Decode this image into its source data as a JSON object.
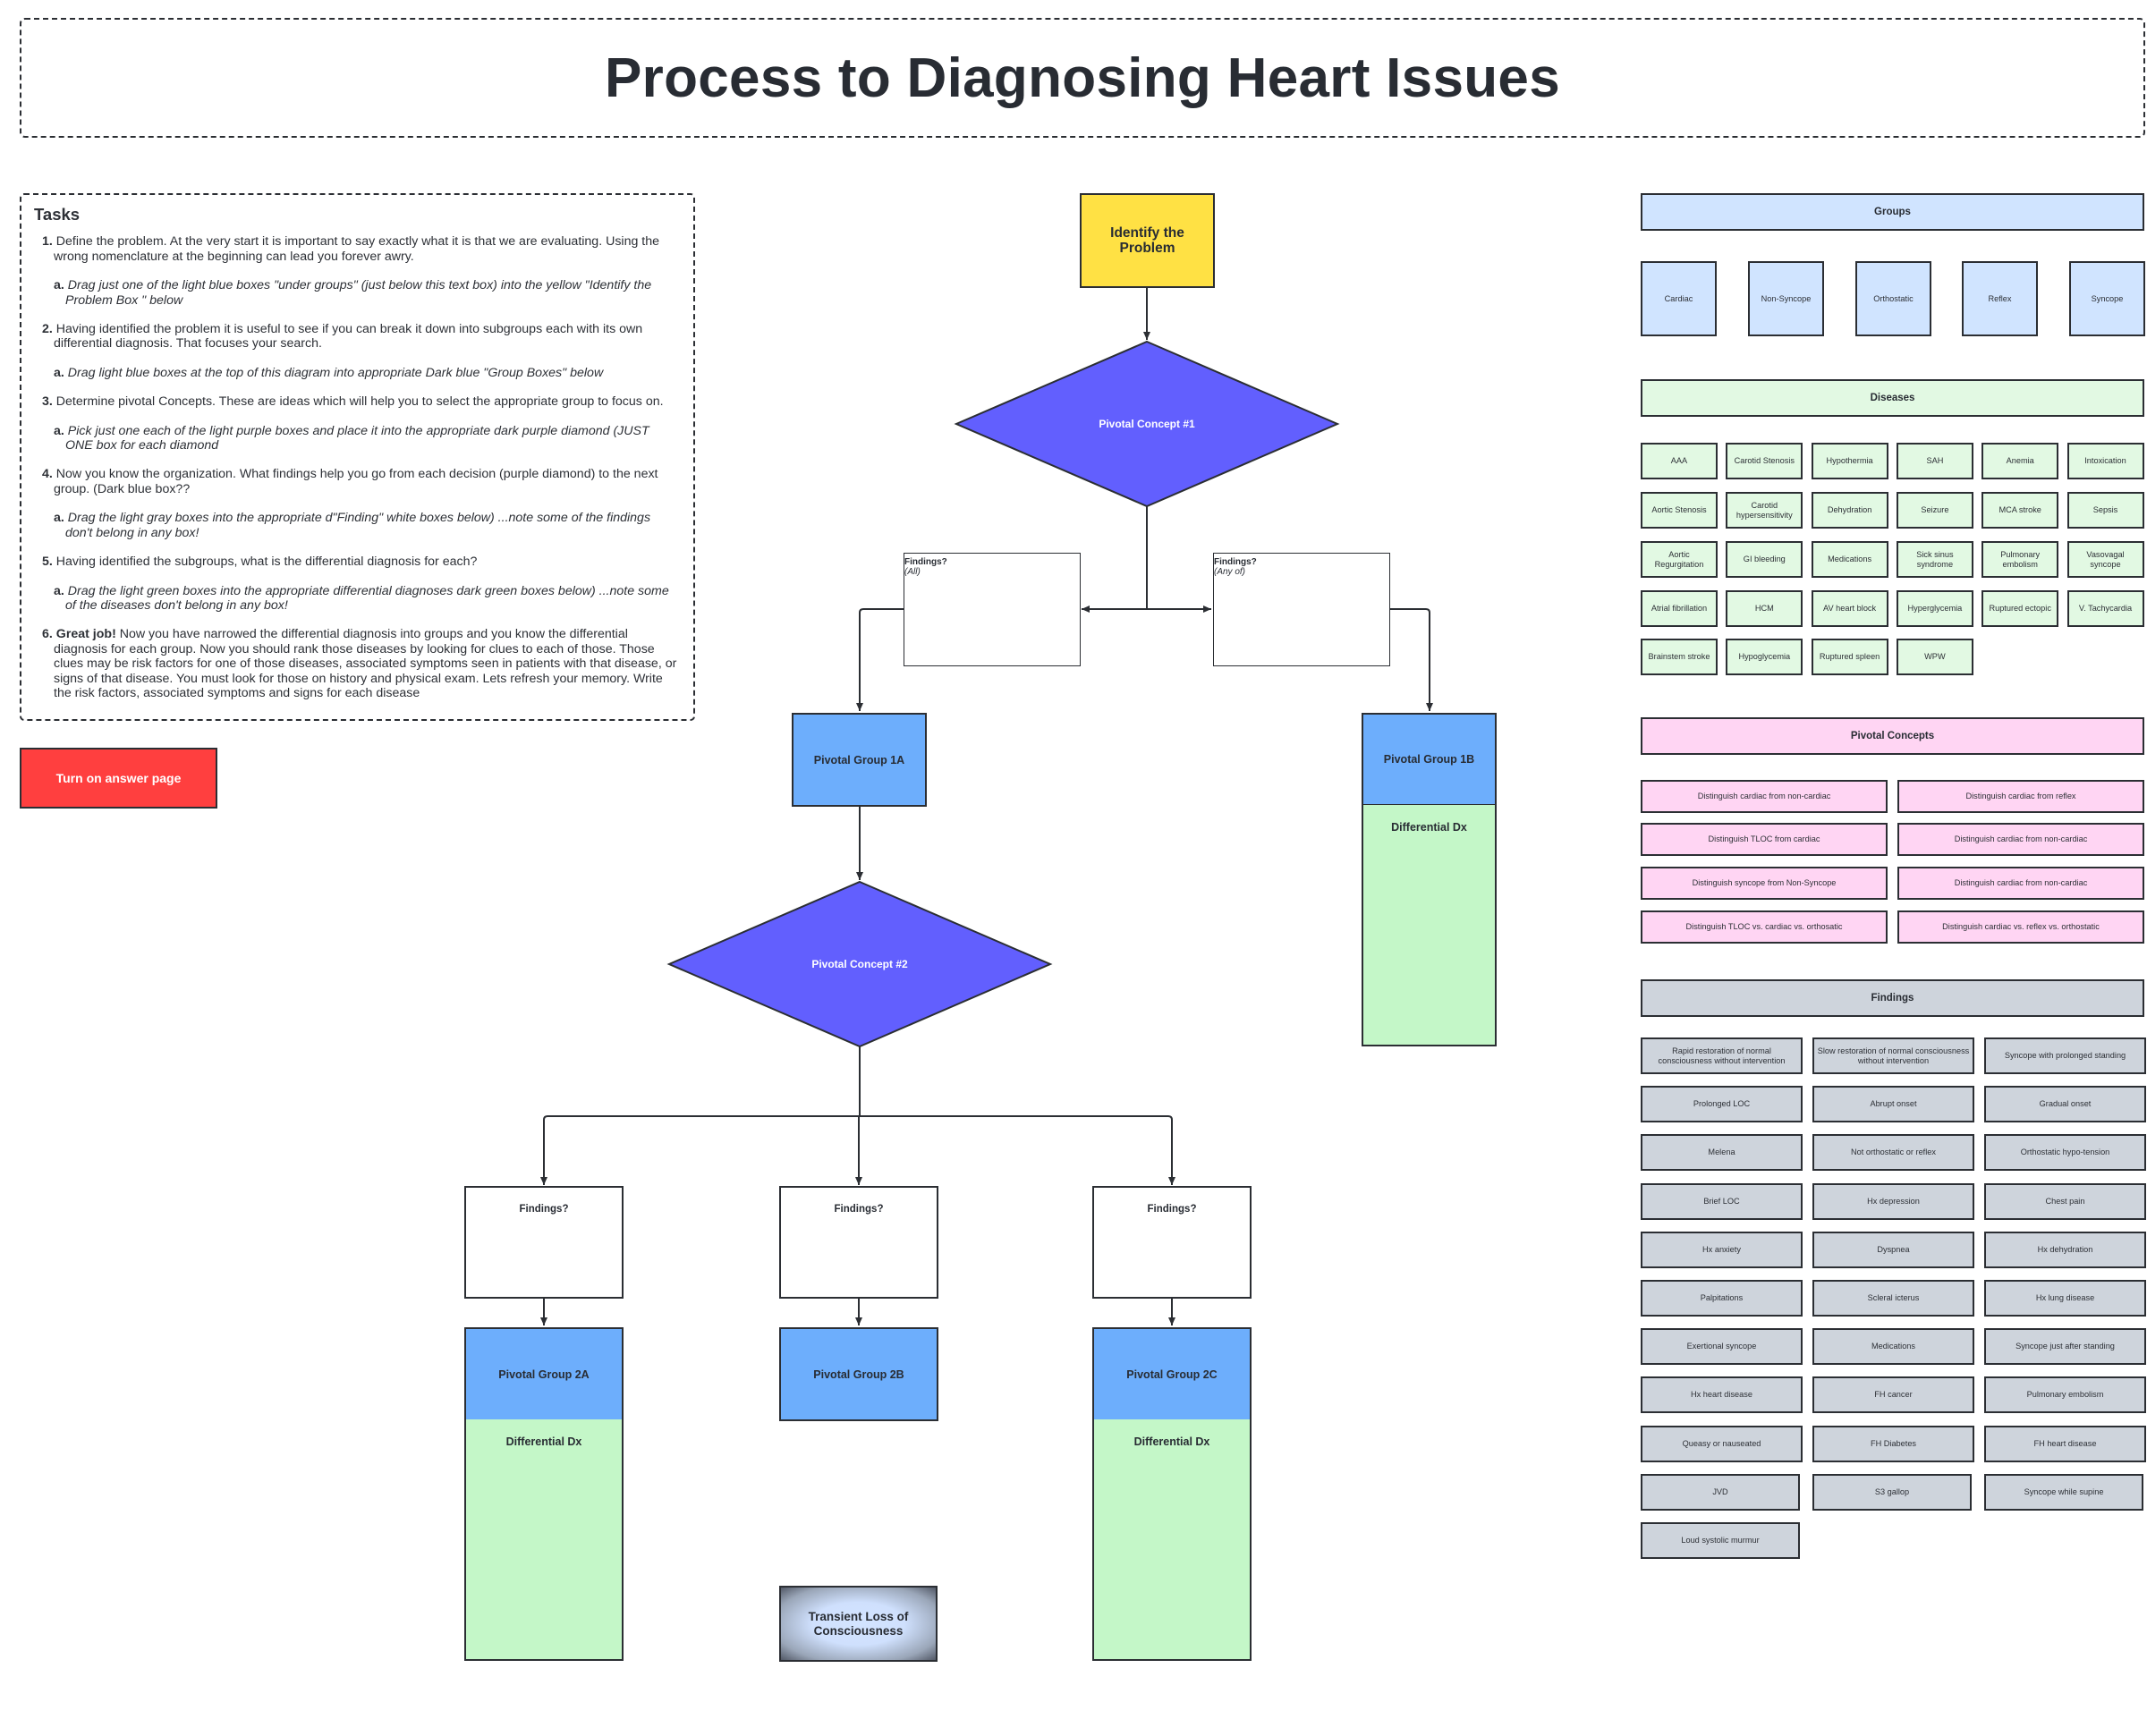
{
  "title": "Process to Diagnosing Heart Issues",
  "tasks": {
    "heading": "Tasks",
    "items": [
      {
        "num": "1.",
        "text": " Define the problem.  At the very start it is important to say exactly what it is that we are evaluating. Using the wrong nomenclature at the beginning can lead you forever awry.",
        "sub": {
          "num": "a.",
          "text": " Drag just one of the light blue boxes \"under groups\" (just below this text box) into the yellow \"Identify the Problem Box \" below"
        }
      },
      {
        "num": "2.",
        "text": " Having identified the problem it is useful to see if you can break it down into subgroups each with its own differential diagnosis. That focuses your search.",
        "sub": {
          "num": "a.",
          "text": " Drag light blue boxes at the top of this diagram into appropriate  Dark blue \"Group Boxes\" below"
        }
      },
      {
        "num": "3.",
        "text": " Determine pivotal Concepts. These are ideas which will help you to select the appropriate group to focus on.",
        "sub": {
          "num": "a.",
          "text": " Pick just one each of the light purple boxes and place it into the appropriate dark purple diamond (JUST ONE box for each diamond"
        }
      },
      {
        "num": "4.",
        "text": " Now you know the organization. What findings help you go from each decision (purple diamond) to the next group. (Dark blue box??",
        "sub": {
          "num": "a.",
          "text": " Drag the light gray boxes into the appropriate d\"Finding\" white boxes below) ...note some of the findings don't belong in any box!"
        }
      },
      {
        "num": "5.",
        "text": " Having identified the subgroups, what is the differential diagnosis for each?",
        "sub": {
          "num": "a.",
          "text": " Drag the light green boxes into the appropriate differential diagnoses dark green boxes below) ...note some of the diseases don't belong in any box!"
        }
      },
      {
        "num": "6.",
        "bold": " Great job!",
        "text": " Now you have narrowed the differential diagnosis into groups and you know the differential diagnosis for each group. Now you should rank those diseases by looking for clues to each of those. Those clues may be risk factors for one of those diseases, associated symptoms seen in patients with that disease, or signs of that disease. You must look for those on history and physical exam. Lets refresh your memory. Write the risk factors, associated symptoms and signs for each disease"
      }
    ]
  },
  "answer_button": "Turn on answer page",
  "flowchart": {
    "identify": "Identify the Problem",
    "pivotal_concept_1": "Pivotal Concept #1",
    "findings_all": {
      "title": "Findings?",
      "sub": "(All)"
    },
    "findings_any": {
      "title": "Findings?",
      "sub": "(Any of)"
    },
    "group_1a": "Pivotal Group 1A",
    "group_1b": "Pivotal Group 1B",
    "differential": "Differential Dx",
    "pivotal_concept_2": "Pivotal Concept #2",
    "findings_2": [
      "Findings?",
      "Findings?",
      "Findings?"
    ],
    "group_2a": "Pivotal Group 2A",
    "group_2b": "Pivotal Group 2B",
    "group_2c": "Pivotal Group 2C",
    "tloc": "Transient Loss of Consciousness"
  },
  "groups": {
    "header": "Groups",
    "items": [
      "Cardiac",
      "Non-Syncope",
      "Orthostatic",
      "Reflex",
      "Syncope"
    ]
  },
  "diseases": {
    "header": "Diseases",
    "items": [
      "AAA",
      "Carotid Stenosis",
      "Hypothermia",
      "SAH",
      "Anemia",
      "Intoxication",
      "Aortic Stenosis",
      "Carotid hypersensitivity",
      "Dehydration",
      "Seizure",
      "MCA stroke",
      "Sepsis",
      "Aortic Regurgitation",
      "GI bleeding",
      "Medications",
      "Sick sinus syndrome",
      "Pulmonary embolism",
      "Vasovagal syncope",
      "Atrial fibrillation",
      "HCM",
      "AV heart block",
      "Hyperglycemia",
      "Ruptured ectopic",
      "V. Tachycardia",
      "Brainstem stroke",
      "Hypoglycemia",
      "Ruptured spleen",
      "WPW"
    ]
  },
  "pivotal_concepts": {
    "header": "Pivotal Concepts",
    "items": [
      "Distinguish cardiac from non-cardiac",
      "Distinguish cardiac from reflex",
      "Distinguish TLOC from cardiac",
      "Distinguish cardiac from non-cardiac",
      "Distinguish syncope from Non-Syncope",
      "Distinguish cardiac from non-cardiac",
      "Distinguish TLOC vs. cardiac vs. orthosatic",
      "Distinguish cardiac  vs. reflex vs. orthostatic"
    ]
  },
  "findings": {
    "header": "Findings",
    "items": [
      "Rapid restoration of normal consciousness without intervention",
      "Slow restoration of normal consciousness without intervention",
      "Syncope with prolonged standing",
      "Prolonged LOC",
      "Abrupt onset",
      "Gradual onset",
      "Melena",
      "Not orthostatic or reflex",
      "Orthostatic hypo-tension",
      "Brief LOC",
      "Hx depression",
      "Chest pain",
      "Hx anxiety",
      "Dyspnea",
      "Hx dehydration",
      "Palpitations",
      "Scleral icterus",
      "Hx lung disease",
      "Exertional syncope",
      "Medications",
      "Syncope just after standing",
      "Hx heart disease",
      "FH cancer",
      "Pulmonary embolism",
      "Queasy or nauseated",
      "FH Diabetes",
      "FH heart disease",
      "JVD",
      "S3 gallop",
      "Syncope while supine",
      "Loud systolic murmur"
    ]
  },
  "colors": {
    "identify": "#ffe144",
    "diamond": "#625ffe",
    "group_box": "#6daefc",
    "differential": "#c4f7c8",
    "answer_button": "#ff3f3f",
    "groups_chip": "#d0e4ff",
    "disease_chip": "#e2f9e3",
    "concept_chip": "#ffd5f3",
    "finding_chip": "#ced4dc"
  }
}
